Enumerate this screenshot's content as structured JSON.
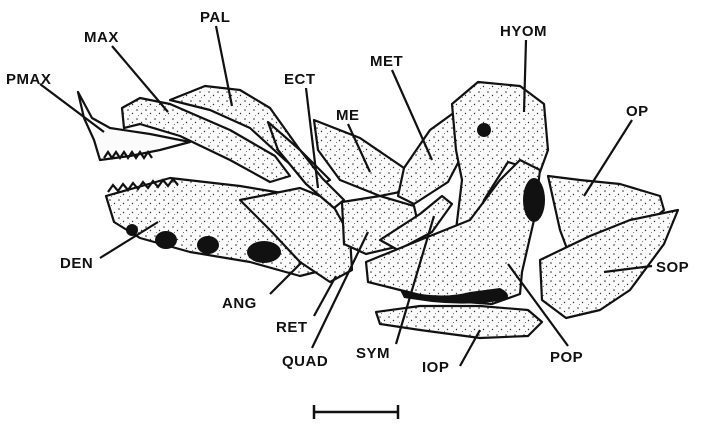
{
  "figure": {
    "labels": {
      "pmax": "PMAX",
      "max": "MAX",
      "pal": "PAL",
      "ect": "ECT",
      "met": "MET",
      "hyom": "HYOM",
      "me": "ME",
      "op": "OP",
      "den": "DEN",
      "sop": "SOP",
      "ang": "ANG",
      "ret": "RET",
      "quad": "QUAD",
      "sym": "SYM",
      "iop": "IOP",
      "pop": "POP"
    }
  }
}
